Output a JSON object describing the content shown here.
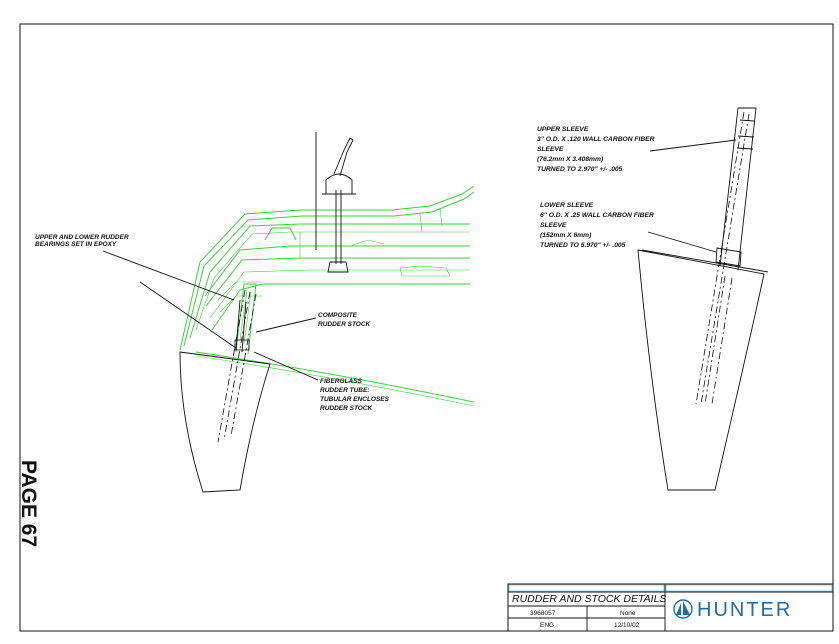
{
  "page_label": "PAGE 67",
  "callouts": {
    "bearings": [
      "UPPER AND LOWER RUDDER",
      "BEARINGS SET IN EPOXY"
    ],
    "stock": [
      "COMPOSITE",
      "RUDDER STOCK"
    ],
    "tube": [
      "FIBERGLASS",
      "RUDDER TUBE:",
      "TUBULAR ENCLOSES",
      "RUDDER STOCK"
    ],
    "upper_sleeve": [
      "UPPER SLEEVE",
      "3\" O.D. X .120 WALL CARBON FIBER",
      "SLEEVE",
      "(76.2mm X 3.408mm)",
      "TURNED TO 2.970\" +/- .005"
    ],
    "lower_sleeve": [
      "LOWER SLEEVE",
      "6\" O.D. X .25 WALL CARBON FIBER",
      "SLEEVE",
      "(152mm X 6mm)",
      "TURNED TO 5.970\" +/- .005"
    ]
  },
  "title_block": {
    "title": "RUDDER AND STOCK DETAILS",
    "drawing_no": "3968057",
    "scale": "None",
    "drawn_by": "ENG",
    "date": "12/10/02",
    "company": "HUNTER",
    "colors": {
      "caption": "#2a9bd6",
      "logo": "#1e6ea8",
      "hull_green": "#39d33a"
    }
  }
}
